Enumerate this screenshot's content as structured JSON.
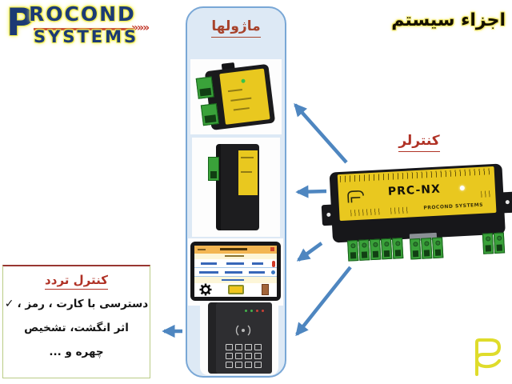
{
  "slide": {
    "title": "اجزاء سیستم",
    "background": "#ffffff"
  },
  "brand_logo": {
    "p": "P",
    "rest": "ROCOND",
    "line2": "SYSTEMS",
    "chevrons": "»»»",
    "navy": "#1c3a74",
    "glow_yellow": "#f3ee52",
    "arrow_red": "#c33a2c"
  },
  "modules_panel": {
    "title": "ماژولها",
    "title_color": "#a8432c",
    "fill": "#dde9f5",
    "border": "#79a7d6",
    "modules": [
      {
        "name": "din-io-module-photo"
      },
      {
        "name": "relay-module-photo"
      },
      {
        "name": "touch-panel-software-photo",
        "screen_icons": [
          "gear-icon",
          "card-icon",
          "door-icon",
          "thermometer-icon",
          "drop-icon"
        ],
        "titlebar_color": "#f3b653"
      },
      {
        "name": "keypad-reader-photo"
      }
    ]
  },
  "controller": {
    "label": "کنترلر",
    "label_color": "#b03226",
    "model": "PRC-NX",
    "brand": "PROCOND SYSTEMS",
    "panel_yellow": "#e9c81f"
  },
  "access_box": {
    "title": "کنترل تردد",
    "title_color": "#b03226",
    "checkmark": "✓",
    "lines": [
      "دسترسی با کارت ، رمز ،",
      "اثر انگشت، تشخیص",
      "چهره و ..."
    ]
  },
  "connectors": {
    "color": "#4e86c0",
    "count": 5
  },
  "footer_mark": {
    "name": "procond-r-mark",
    "color": "#dfdc2b"
  }
}
